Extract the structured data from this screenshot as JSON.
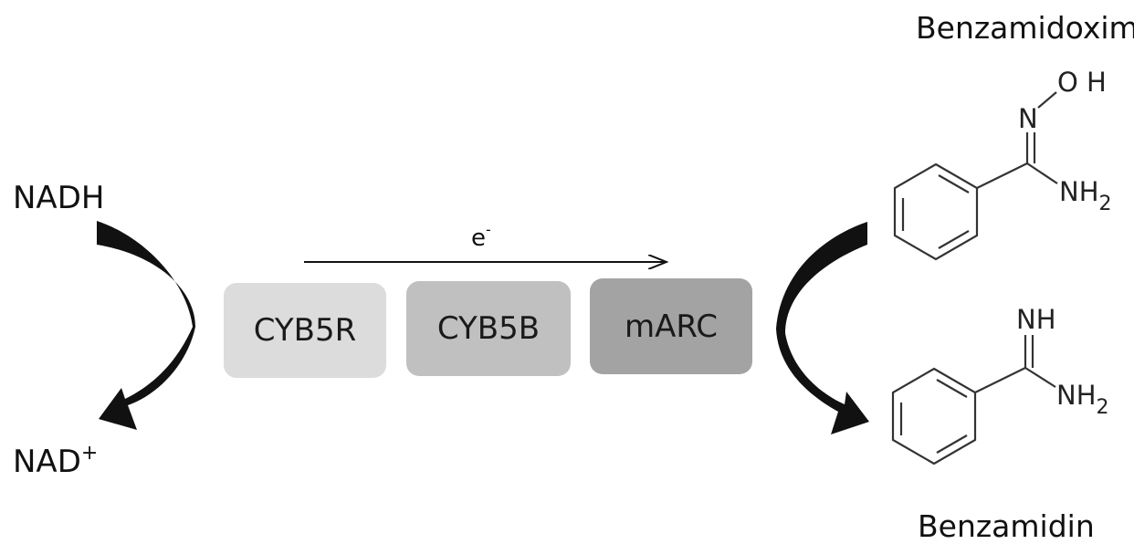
{
  "cofactor": {
    "top": "NADH",
    "bottom_base": "NAD",
    "bottom_sup": "+"
  },
  "electron": {
    "base": "e",
    "sup": "-"
  },
  "proteins": [
    {
      "label": "CYB5R",
      "color": "#dcdcdc"
    },
    {
      "label": "CYB5B",
      "color": "#c0c0c0"
    },
    {
      "label": "mARC",
      "color": "#a3a3a3"
    }
  ],
  "substrate": {
    "name": "Benzamidoxim",
    "atoms": {
      "oxygen_group": "O H",
      "nitrogen": "N",
      "amine": "NH",
      "amine_sub": "2"
    }
  },
  "product": {
    "name": "Benzamidin",
    "atoms": {
      "imine": "NH",
      "amine": "NH",
      "amine_sub": "2"
    }
  }
}
